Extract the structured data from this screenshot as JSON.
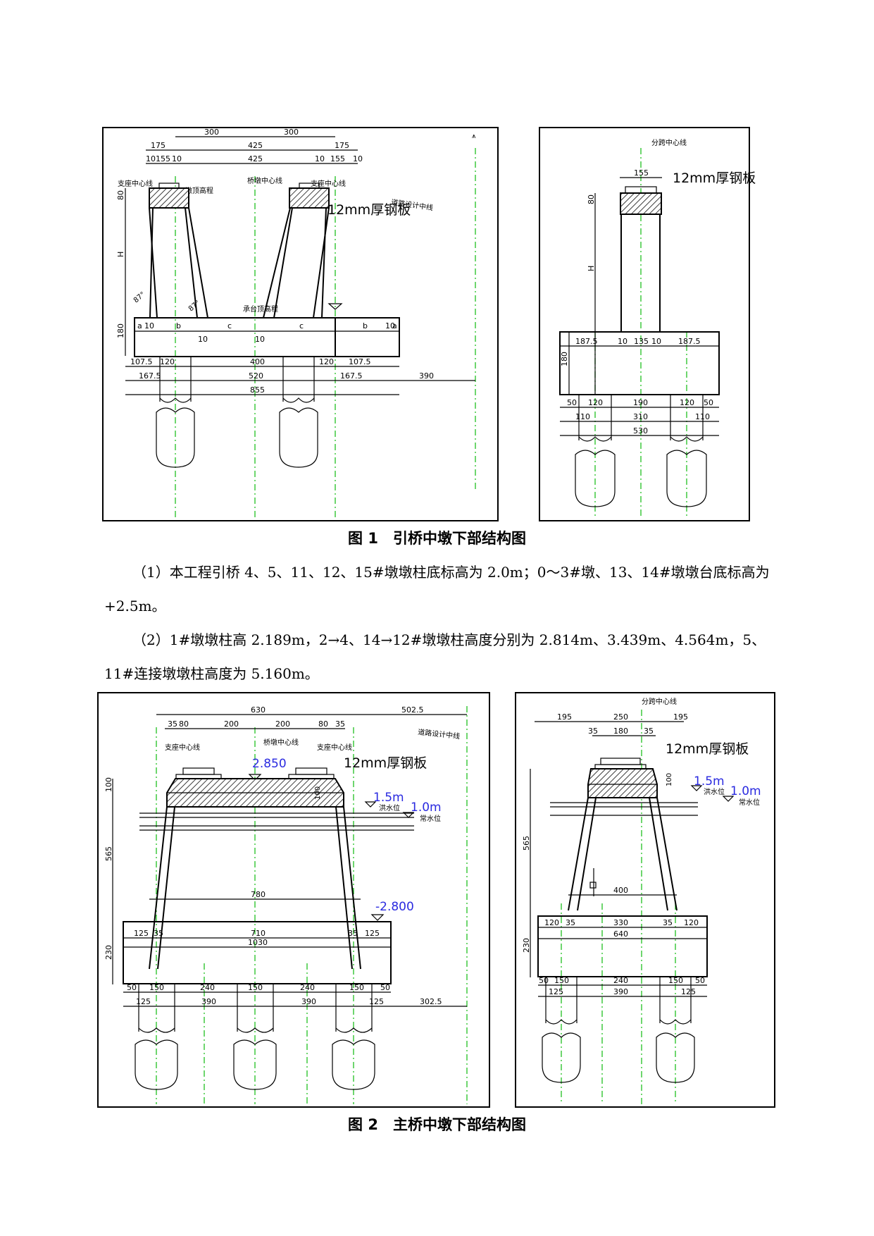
{
  "figure1": {
    "caption": "图 1　引桥中墩下部结构图",
    "left": {
      "top_dims": [
        "300",
        "300",
        "175",
        "425",
        "175",
        "10",
        "155",
        "10",
        "425",
        "10",
        "155",
        "10"
      ],
      "labels": {
        "bearing_cl_left": "支座中心线",
        "pier_top_elev": "墩顶高程",
        "pier_cl": "桥墩中心线",
        "bearing_cl_right": "支座中心线",
        "road_cl": "道路设计中线",
        "steel_plate": "12mm厚钢板",
        "cap_elev": "承台顶高程"
      },
      "side_dims": [
        "80",
        "H",
        "180"
      ],
      "angles": [
        "87°",
        "87°"
      ],
      "cap_dims": [
        "a",
        "10",
        "b",
        "c",
        "c",
        "b",
        "10",
        "a",
        "10",
        "10"
      ],
      "pile_dims": [
        "107.5",
        "120",
        "400",
        "120",
        "107.5",
        "167.5",
        "520",
        "167.5",
        "390",
        "855"
      ]
    },
    "right": {
      "labels": {
        "span_cl": "分跨中心线",
        "steel_plate": "12mm厚钢板"
      },
      "top_dims": [
        "155"
      ],
      "side_dims": [
        "80",
        "H",
        "180"
      ],
      "cap_dims": [
        "187.5",
        "10",
        "135",
        "10",
        "187.5"
      ],
      "pile_dims": [
        "50",
        "120",
        "190",
        "120",
        "50",
        "110",
        "310",
        "110",
        "530"
      ]
    }
  },
  "paragraphs": [
    "（1）本工程引桥 4、5、11、12、15#墩墩柱底标高为 2.0m；0～3#墩、13、14#墩墩台底标高为+2.5m。",
    "（2）1#墩墩柱高 2.189m，2→4、14→12#墩墩柱高度分别为 2.814m、3.439m、4.564m，5、11#连接墩墩柱高度为 5.160m。"
  ],
  "figure2": {
    "caption": "图 2　主桥中墩下部结构图",
    "left": {
      "top_dims": [
        "630",
        "502.5",
        "35",
        "80",
        "200",
        "200",
        "80",
        "35"
      ],
      "labels": {
        "bearing_cl_left": "支座中心线",
        "pier_cl": "桥墩中心线",
        "bearing_cl_right": "支座中心线",
        "road_cl": "道路设计中线",
        "steel_plate": "12mm厚钢板",
        "high_water": "洪水位",
        "normal_water": "常水位"
      },
      "elevations": [
        "2.850",
        "1.5m",
        "1.0m",
        "-2.800"
      ],
      "side_dims": [
        "100",
        "565",
        "230"
      ],
      "cap_dims": [
        "780",
        "125",
        "35",
        "710",
        "35",
        "125",
        "1030"
      ],
      "pile_dims": [
        "50",
        "150",
        "240",
        "150",
        "240",
        "150",
        "50",
        "125",
        "390",
        "390",
        "125",
        "302.5"
      ]
    },
    "right": {
      "labels": {
        "span_cl": "分跨中心线",
        "steel_plate": "12mm厚钢板",
        "high_water": "洪水位",
        "normal_water": "常水位"
      },
      "top_dims": [
        "195",
        "250",
        "195",
        "35",
        "180",
        "35"
      ],
      "elevations": [
        "1.5m",
        "1.0m"
      ],
      "side_dims": [
        "100",
        "565",
        "230"
      ],
      "cap_dims": [
        "400",
        "120",
        "35",
        "330",
        "35",
        "120",
        "640"
      ],
      "pile_dims": [
        "50",
        "150",
        "240",
        "150",
        "50",
        "125",
        "390",
        "125"
      ]
    }
  }
}
